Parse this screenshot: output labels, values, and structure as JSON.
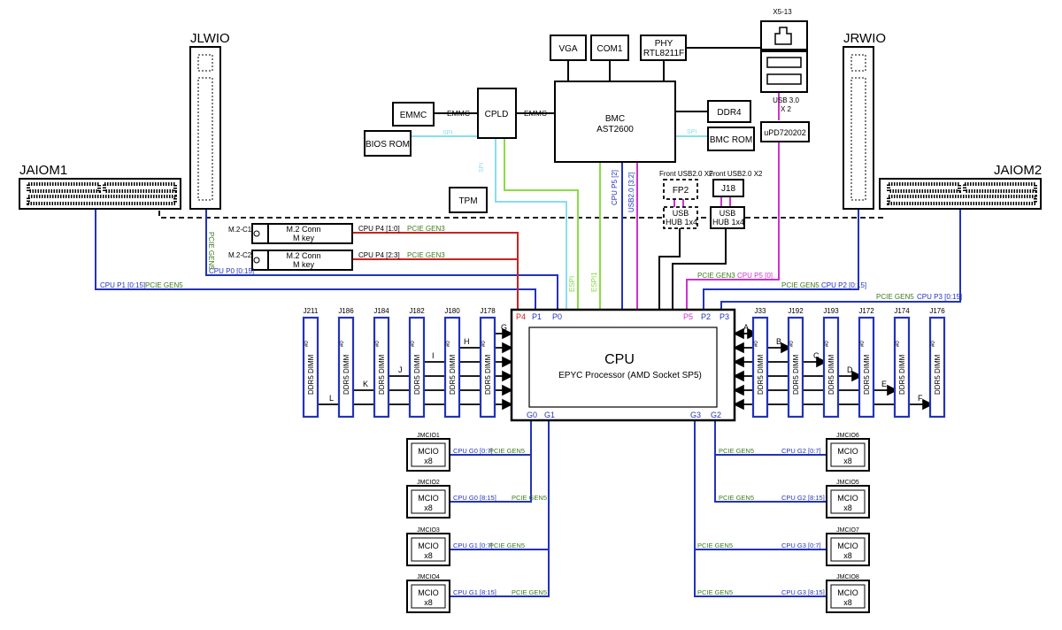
{
  "slots": {
    "jaiom1": "JAIOM1",
    "jaiom2": "JAIOM2",
    "jlwio": "JLWIO",
    "jrwio": "JRWIO"
  },
  "mgmt": {
    "vga": "VGA",
    "com1": "COM1",
    "phy": "PHY",
    "phy_model": "RTL8211F",
    "bmc": "BMC",
    "bmc_model": "AST2600",
    "ddr4": "DDR4",
    "bmc_rom": "BMC ROM",
    "cpld": "CPLD",
    "emmc": "EMMC",
    "emmc_link": "EMMC",
    "emmc_link2": "EMMC",
    "bios_rom": "BIOS ROM",
    "tpm": "TPM",
    "upd": "uPD720202",
    "usb30": "USB 3.0",
    "usb30_x2": "X 2",
    "usb_top": "X5-13"
  },
  "spi": {
    "a": "SPI",
    "b": "SPI",
    "c": "SPI"
  },
  "usb": {
    "front_fp2": "Front USB2.0 X2",
    "front_j18": "Front USB2.0 X2",
    "fp2": "FP2",
    "j18": "J18",
    "hub": "USB",
    "hub2": "HUB 1x4",
    "hub_r": "USB",
    "hub_r2": "HUB 1x4"
  },
  "m2": [
    {
      "id": "M.2-C1",
      "label": "M.2 Conn",
      "key": "M key",
      "lanes": "CPU P4 [1:0]",
      "gen": "PCIE GEN3"
    },
    {
      "id": "M.2-C2",
      "label": "M.2 Conn",
      "key": "M key",
      "lanes": "CPU P4 [2:3]",
      "gen": "PCIE GEN3"
    }
  ],
  "links": {
    "p1": "CPU P1 [0:15]",
    "p1_gen": "PCIE GEN5",
    "p0": "CPU P0 [0:15]",
    "p0_gen": "PCIE GEN5",
    "p5_2": "CPU P5 [2]",
    "usb20": "USB2.0 [3:2]",
    "p5_0": "CPU P5 [0]",
    "p5_gen": "PCIE GEN3",
    "p2": "CPU P2 [0:15]",
    "p2_gen": "PCIE GEN5",
    "p3": "CPU P3 [0:15]",
    "p3_gen": "PCIE GEN5",
    "espi": "ESPI",
    "espi1": "ESPI1"
  },
  "ports": {
    "p4": "P4",
    "p1": "P1",
    "p0": "P0",
    "p5": "P5",
    "p2": "P2",
    "p3": "P3",
    "g0": "G0",
    "g1": "G1",
    "g3": "G3",
    "g2": "G2"
  },
  "cpu": {
    "title": "CPU",
    "subtitle": "EPYC Processor (AMD Socket SP5)"
  },
  "dimm_text": "DDR5 DIMM",
  "dimm_slot": "#0",
  "dimms_left": [
    "J211",
    "J186",
    "J184",
    "J182",
    "J180",
    "J178"
  ],
  "dimms_right": [
    "J33",
    "J192",
    "J193",
    "J172",
    "J174",
    "J176"
  ],
  "channels_left": [
    "L",
    "K",
    "J",
    "I",
    "H",
    "G"
  ],
  "channels_right": [
    "A",
    "B",
    "C",
    "D",
    "E",
    "F"
  ],
  "mcio": [
    {
      "id": "JMCIO1",
      "label": "MCIO",
      "width": "x8",
      "lanes": "CPU G0 [0:7]",
      "gen": "PCIE GEN5"
    },
    {
      "id": "JMCIO2",
      "label": "MCIO",
      "width": "x8",
      "lanes": "CPU G0 [8:15]",
      "gen": "PCIE GEN5"
    },
    {
      "id": "JMCIO3",
      "label": "MCIO",
      "width": "x8",
      "lanes": "CPU G1 [0:7]",
      "gen": "PCIE GEN5"
    },
    {
      "id": "JMCIO4",
      "label": "MCIO",
      "width": "x8",
      "lanes": "CPU G1 [8:15]",
      "gen": "PCIE GEN5"
    },
    {
      "id": "JMCIO6",
      "label": "MCIO",
      "width": "x8",
      "lanes": "CPU G2 [0:7]",
      "gen": "PCIE GEN5"
    },
    {
      "id": "JMCIO5",
      "label": "MCIO",
      "width": "x8",
      "lanes": "CPU G2 [8:15]",
      "gen": "PCIE GEN5"
    },
    {
      "id": "JMCIO7",
      "label": "MCIO",
      "width": "x8",
      "lanes": "CPU G3 [0:7]",
      "gen": "PCIE GEN5"
    },
    {
      "id": "JMCIO8",
      "label": "MCIO",
      "width": "x8",
      "lanes": "CPU G3 [8:15]",
      "gen": "PCIE GEN5"
    }
  ],
  "colors": {
    "pcie": "#2233bb",
    "gen": "#3b7a1a",
    "m2": "#cc2222",
    "usb": "#cc33cc",
    "spi": "#88ddee",
    "espi": "#88dd44",
    "black": "#000000"
  }
}
